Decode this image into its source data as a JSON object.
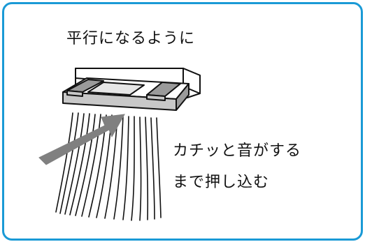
{
  "diagram": {
    "top_instruction": "平行になるように",
    "side_instruction_line1": "カチッと音がする",
    "side_instruction_line2": "まで押し込む",
    "frame_color": "#1a9ad6",
    "arrow_color": "#808080",
    "connector_fill": "#c8c8c8",
    "icons": [
      "connector-housing-icon",
      "ribbon-cable-icon",
      "insert-arrow-icon"
    ]
  }
}
